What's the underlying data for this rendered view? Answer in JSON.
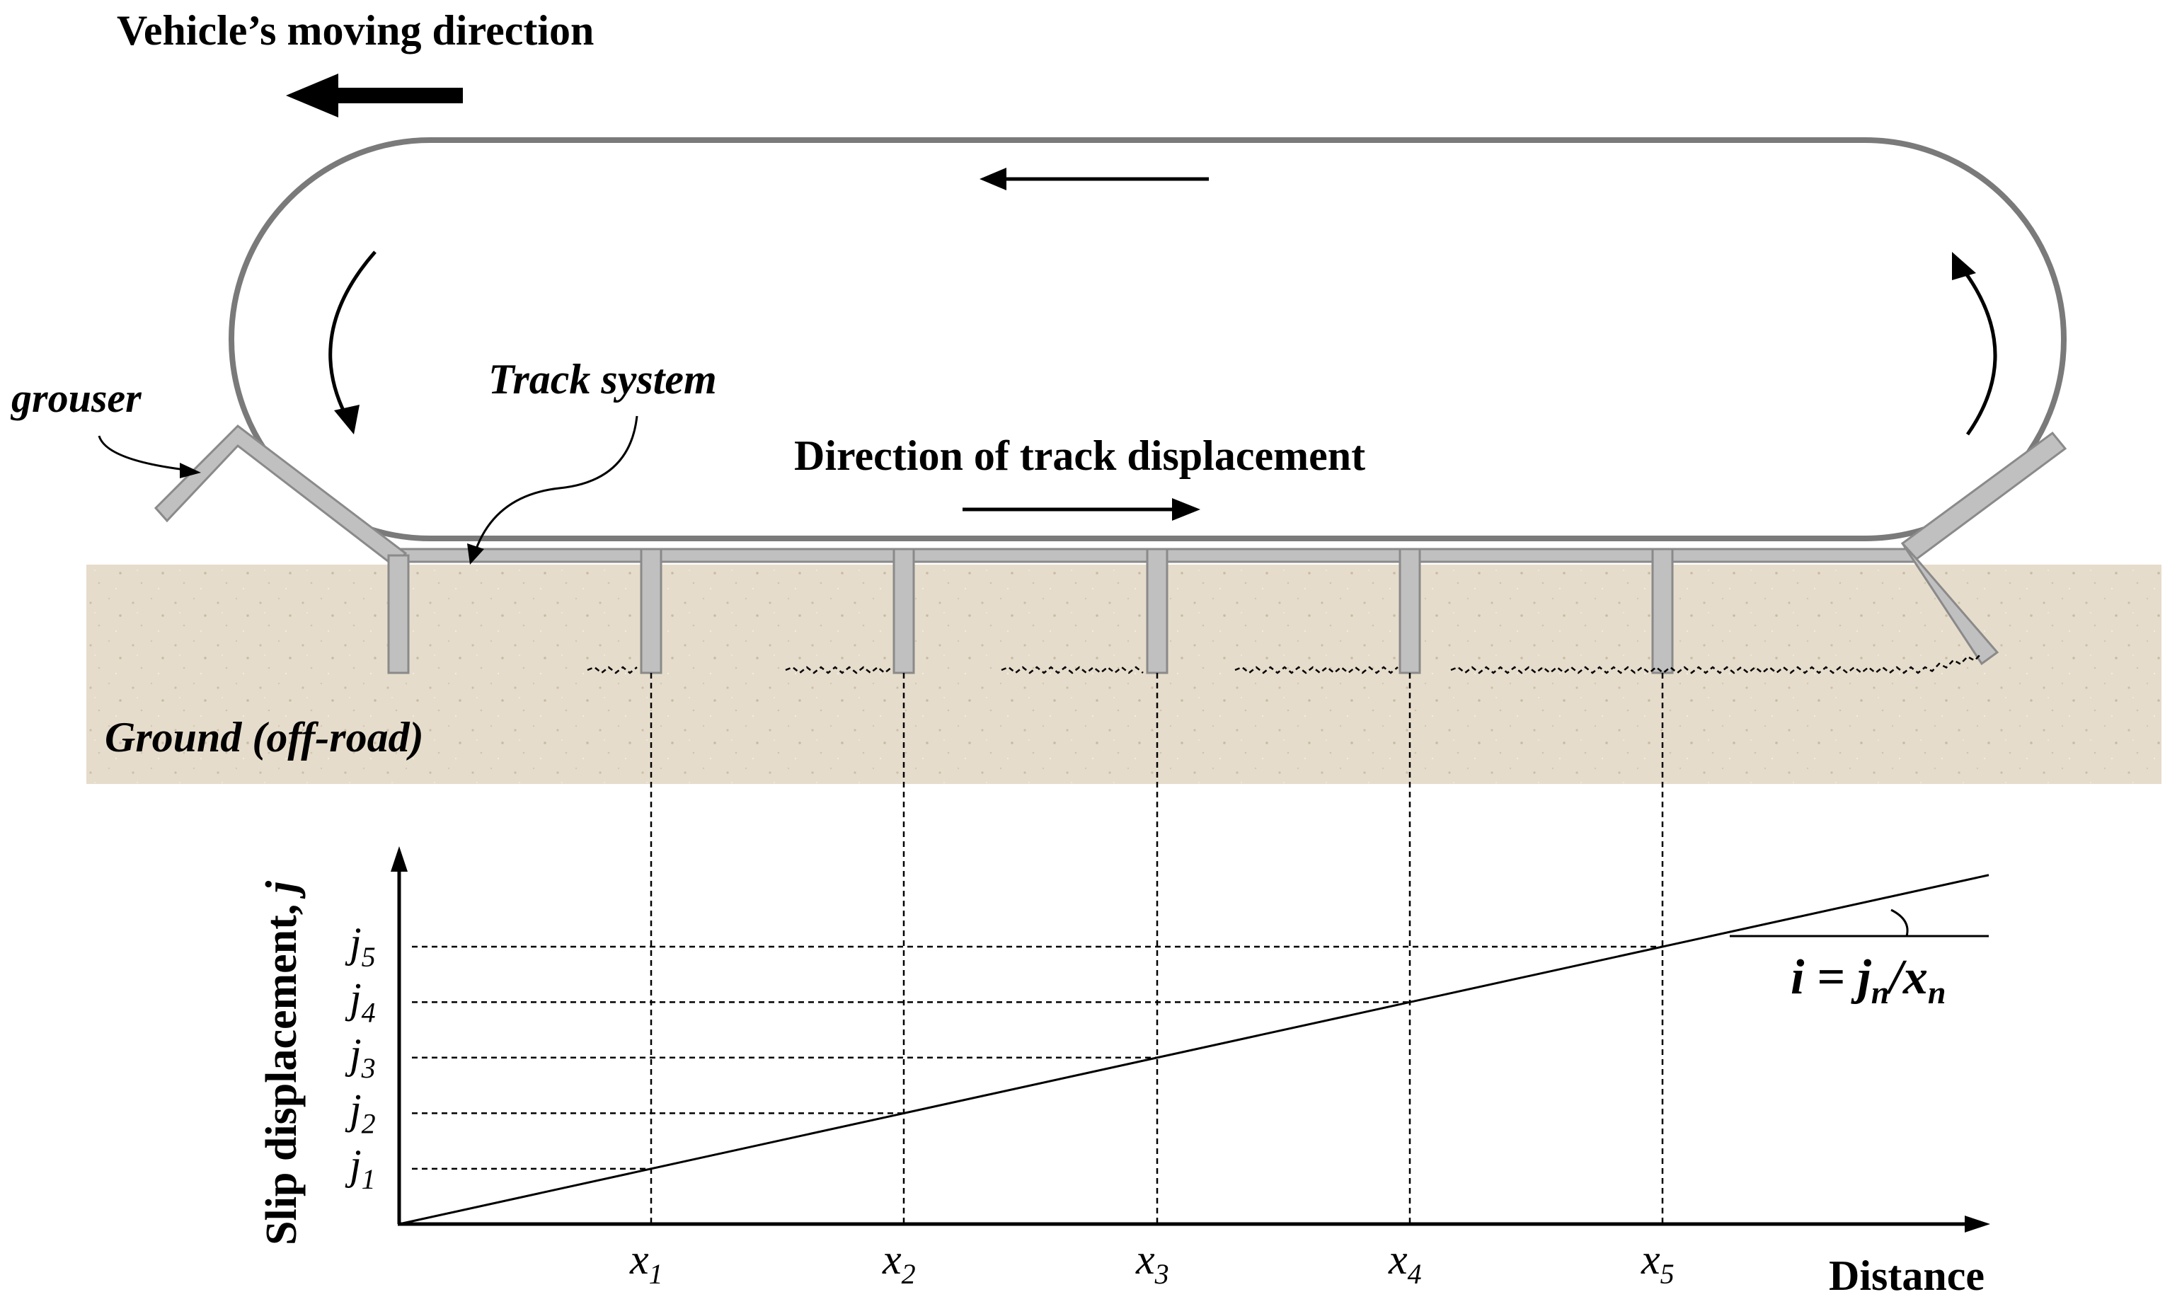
{
  "labels": {
    "moving_direction": "Vehicle’s moving direction",
    "grouser": "grouser",
    "track_system": "Track system",
    "track_displacement": "Direction of track displacement",
    "ground": "Ground (off-road)",
    "x_axis": "Distance",
    "y_axis": "Slip displacement, ",
    "y_axis_var": "j",
    "formula_lhs": "i = j",
    "formula_sub1": "n",
    "formula_mid": "/x",
    "formula_sub2": "n"
  },
  "x_ticks": [
    {
      "base": "x",
      "sub": "1"
    },
    {
      "base": "x",
      "sub": "2"
    },
    {
      "base": "x",
      "sub": "3"
    },
    {
      "base": "x",
      "sub": "4"
    },
    {
      "base": "x",
      "sub": "5"
    }
  ],
  "y_ticks": [
    {
      "base": "j",
      "sub": "1"
    },
    {
      "base": "j",
      "sub": "2"
    },
    {
      "base": "j",
      "sub": "3"
    },
    {
      "base": "j",
      "sub": "4"
    },
    {
      "base": "j",
      "sub": "5"
    }
  ],
  "colors": {
    "ground": "#e6dccb",
    "track_outline": "#7a7a7a",
    "grouser_fill": "#c0c0c0",
    "grouser_stroke": "#8a8a8a"
  }
}
